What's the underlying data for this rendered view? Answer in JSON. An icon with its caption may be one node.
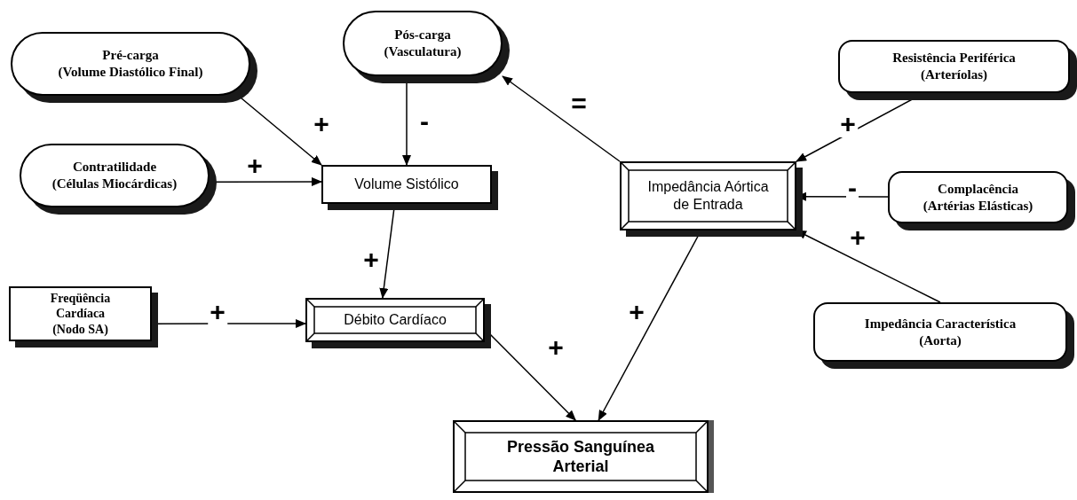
{
  "diagram": {
    "nodes": [
      {
        "text": [
          "Pré-carga",
          "(Volume Diastólico Final)"
        ]
      },
      {
        "text": [
          "Pós-carga",
          "(Vasculatura)"
        ]
      },
      {
        "text": [
          "Resistência Periférica",
          "(Arteríolas)"
        ]
      },
      {
        "text": [
          "Contratilidade",
          "(Células Miocárdicas)"
        ]
      },
      {
        "text": [
          "Volume Sistólico"
        ]
      },
      {
        "text": [
          "Impedância Aórtica de Entrada"
        ]
      },
      {
        "text": [
          "Complacência",
          "(Artérias Elásticas)"
        ]
      },
      {
        "text": [
          "Freqüência Cardíaca",
          "(Nodo SA)"
        ]
      },
      {
        "text": [
          "Débito Cardíaco"
        ]
      },
      {
        "text": [
          "Impedância Característica",
          "(Aorta)"
        ]
      },
      {
        "text": [
          "Pressão Sanguínea Arterial"
        ]
      }
    ],
    "edges": [
      {
        "from": 0,
        "to": 4,
        "arrow": "to",
        "label": "+"
      },
      {
        "from": 1,
        "to": 4,
        "arrow": "to",
        "label": "-"
      },
      {
        "from": 3,
        "to": 4,
        "arrow": "to",
        "label": "+"
      },
      {
        "from": 4,
        "to": 8,
        "arrow": "to",
        "label": "+"
      },
      {
        "from": 7,
        "to": 8,
        "arrow": "to",
        "label": "+"
      },
      {
        "from": 8,
        "to": 10,
        "arrow": "to",
        "label": "+"
      },
      {
        "from": 5,
        "to": 10,
        "arrow": "to",
        "label": "+"
      },
      {
        "from": 5,
        "to": 1,
        "arrow": "to",
        "label": "="
      },
      {
        "from": 2,
        "to": 5,
        "arrow": "to",
        "label": "+"
      },
      {
        "from": 6,
        "to": 5,
        "arrow": "to",
        "label": "-"
      },
      {
        "from": 9,
        "to": 5,
        "arrow": "to",
        "label": "+"
      }
    ]
  }
}
